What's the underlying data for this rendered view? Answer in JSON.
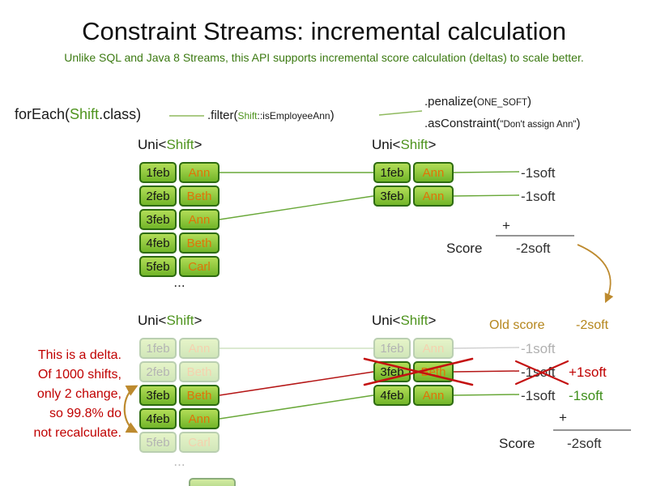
{
  "title": "Constraint Streams: incremental calculation",
  "subtitle": "Unlike SQL and Java 8 Streams, this API supports incremental score calculation (deltas) to scale better.",
  "code": {
    "foreach": {
      "pre": "forEach(",
      "cls": "Shift",
      "post": ".class)"
    },
    "filter": {
      "pre": ".filter(",
      "cls": "Shift",
      "rest": "::isEmployeeAnn",
      "post": ")"
    },
    "penalize": {
      "pre": ".penalize(",
      "arg": "ONE_SOFT",
      "post": ")"
    },
    "as_constraint": {
      "pre": ".asConstraint(",
      "arg": "\"Don't assign Ann\"",
      "post": ")"
    }
  },
  "uni_label": {
    "pre": "Uni<",
    "type": "Shift",
    "post": ">"
  },
  "top": {
    "left_rows": [
      {
        "date": "1feb",
        "name": "Ann"
      },
      {
        "date": "2feb",
        "name": "Beth"
      },
      {
        "date": "3feb",
        "name": "Ann"
      },
      {
        "date": "4feb",
        "name": "Beth"
      },
      {
        "date": "5feb",
        "name": "Carl"
      }
    ],
    "ellipsis": "...",
    "right_rows": [
      {
        "date": "1feb",
        "name": "Ann"
      },
      {
        "date": "3feb",
        "name": "Ann"
      }
    ],
    "deltas": [
      "-1soft",
      "-1soft"
    ],
    "plus": "+",
    "score_label": "Score",
    "score_value": "-2soft"
  },
  "bottom": {
    "note_lines": [
      "This is a delta.",
      "Of 1000 shifts,",
      "only 2 change,",
      "so 99.8% do",
      "not recalculate."
    ],
    "left_rows": [
      {
        "date": "1feb",
        "name": "Ann"
      },
      {
        "date": "2feb",
        "name": "Beth"
      },
      {
        "date": "3feb",
        "name": "Beth"
      },
      {
        "date": "4feb",
        "name": "Ann"
      },
      {
        "date": "5feb",
        "name": "Carl"
      }
    ],
    "ellipsis": "...",
    "right_rows": [
      {
        "date": "1feb",
        "name": "Ann"
      },
      {
        "date": "3feb",
        "name": "Beth"
      },
      {
        "date": "4feb",
        "name": "Ann"
      }
    ],
    "old_score_label": "Old score",
    "old_score_value": "-2soft",
    "deltas": [
      "-1soft",
      "-1soft",
      "-1soft"
    ],
    "delta_changes": {
      "removed": "+1soft",
      "added": "-1soft"
    },
    "plus": "+",
    "score_label": "Score",
    "score_value": "-2soft"
  },
  "colors": {
    "accent_green": "#4f941f",
    "cell_border": "#2d6b10",
    "cell_fill_top": "#b2dd57",
    "cell_fill_bottom": "#72b529",
    "name_orange": "#df7408",
    "delta_red": "#c00000",
    "old_score_gold": "#b5861c"
  }
}
